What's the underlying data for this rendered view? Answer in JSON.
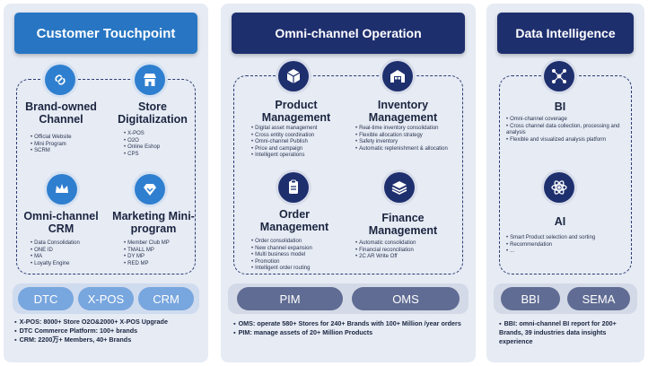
{
  "customer": {
    "header": "Customer Touchpoint",
    "brand": {
      "title": "Brand-owned Channel",
      "items": [
        "Official Website",
        "Mini Program",
        "SCRM"
      ]
    },
    "store": {
      "title": "Store Digitalization",
      "items": [
        "X-POS",
        "O2O",
        "Online Eshop",
        "CPS"
      ]
    },
    "crm": {
      "title": "Omni-channel CRM",
      "items": [
        "Data Consolidation",
        "ONE ID",
        "MA",
        "Loyalty Engine"
      ]
    },
    "marketing": {
      "title": "Marketing Mini-program",
      "items": [
        "Member Club MP",
        "TMALL MP",
        "DY MP",
        "RED MP"
      ]
    },
    "pills": [
      "DTC",
      "X-POS",
      "CRM"
    ],
    "notes": [
      "X-POS: 8000+ Store O2O&2000+ X-POS Upgrade",
      "DTC Commerce Platform: 100+ brands",
      "CRM: 2200万+ Members, 40+ Brands"
    ]
  },
  "omni": {
    "header": "Omni-channel Operation",
    "product": {
      "title": "Product Management",
      "items": [
        "Digital asset management",
        "Cross entity coordination",
        "Omni-channel Publish",
        "Price and campaign",
        "Intelligent operations"
      ]
    },
    "inventory": {
      "title": "Inventory Management",
      "items": [
        "Real-time inventory consolidation",
        "Flexible allocation strategy",
        "Safety inventory",
        "Automatic replenishment & allocation"
      ]
    },
    "order": {
      "title": "Order Management",
      "items": [
        "Order consolidation",
        "New channel expansion",
        "Multi business model",
        "Promotion",
        "Intelligent order routing"
      ]
    },
    "finance": {
      "title": "Finance Management",
      "items": [
        "Automatic consolidation",
        "Financial reconciliation",
        "2C AR Write Off"
      ]
    },
    "pills": [
      "PIM",
      "OMS"
    ],
    "notes": [
      "OMS: operate 580+ Stores for 240+ Brands with 100+ Million /year orders",
      "PIM: manage assets of 20+ Million Products"
    ]
  },
  "data": {
    "header": "Data Intelligence",
    "bi": {
      "title": "BI",
      "items": [
        "Omni-channel coverage",
        "Cross channel data collection, processing and analysis",
        "Flexible and visualized analysis platform"
      ]
    },
    "ai": {
      "title": "AI",
      "items": [
        "Smart Product selection and sorting",
        "Recommendation",
        "..."
      ]
    },
    "pills": [
      "BBI",
      "SEMA"
    ],
    "notes": [
      "BBI: omni-channel BI report for 200+ Brands, 39 industries data insights experience"
    ]
  },
  "icons": {
    "brand": "link-icon",
    "store": "storefront-icon",
    "crm": "crown-icon",
    "marketing": "heart-diamond-icon",
    "product": "cube-icon",
    "inventory": "warehouse-icon",
    "order": "clipboard-icon",
    "finance": "layers-icon",
    "bi": "network-icon",
    "ai": "atom-icon"
  }
}
